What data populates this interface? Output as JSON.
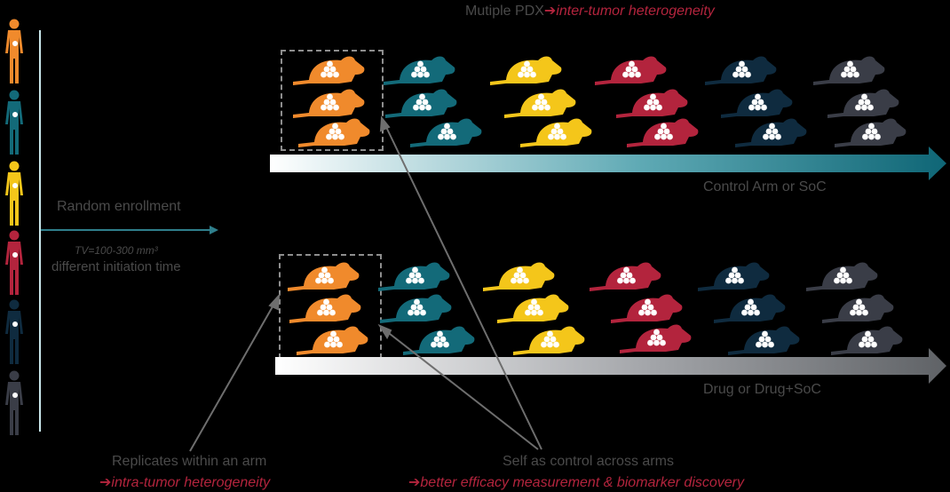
{
  "header": {
    "prefix": "Mutiple PDX",
    "arrow": "➔",
    "emphasis": "inter-tumor heterogeneity"
  },
  "enrollment": {
    "label": "Random enrollment",
    "tv": "TV=100-300 mm³",
    "initiation": "different initiation time"
  },
  "arms": {
    "control_label": "Control Arm or SoC",
    "drug_label": "Drug or Drug+SoC"
  },
  "footer": {
    "replicates_label": "Replicates within an arm",
    "replicates_arrow": "➔",
    "replicates_emphasis": "intra-tumor heterogeneity",
    "self_label": "Self as control across arms",
    "self_arrow": "➔",
    "self_emphasis": "better efficacy measurement & biomarker discovery"
  },
  "colors": {
    "orange": "#f08a2c",
    "teal": "#136a79",
    "yellow": "#f4c61a",
    "red": "#b3243d",
    "navy": "#0f2b3f",
    "gray": "#3a3d47",
    "accent_red": "#b3243d",
    "text_gray": "#4a4a4a",
    "control_arrow": "#17707f",
    "drug_arrow": "#6b6e73"
  }
}
